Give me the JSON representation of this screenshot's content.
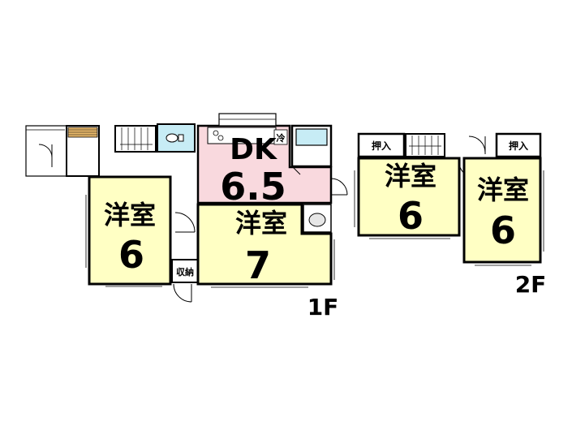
{
  "floor1": {
    "label": "1F",
    "dk": {
      "name": "DK",
      "size": "6.5",
      "fridge": "冷"
    },
    "west_room": {
      "name": "洋室",
      "size": "6"
    },
    "center_room": {
      "name": "洋室",
      "size": "7"
    },
    "storage": {
      "name": "収納"
    }
  },
  "floor2": {
    "label": "2F",
    "left_room": {
      "name": "洋室",
      "size": "6"
    },
    "right_room": {
      "name": "洋室",
      "size": "6"
    },
    "closet_left": {
      "name": "押入"
    },
    "closet_right": {
      "name": "押入"
    }
  },
  "colors": {
    "room_yellow": "#ffffc4",
    "dk_pink": "#f9d9de",
    "wet_blue": "#c7ecf5",
    "stair_wood": "#e8b86a",
    "wall": "#000000"
  }
}
